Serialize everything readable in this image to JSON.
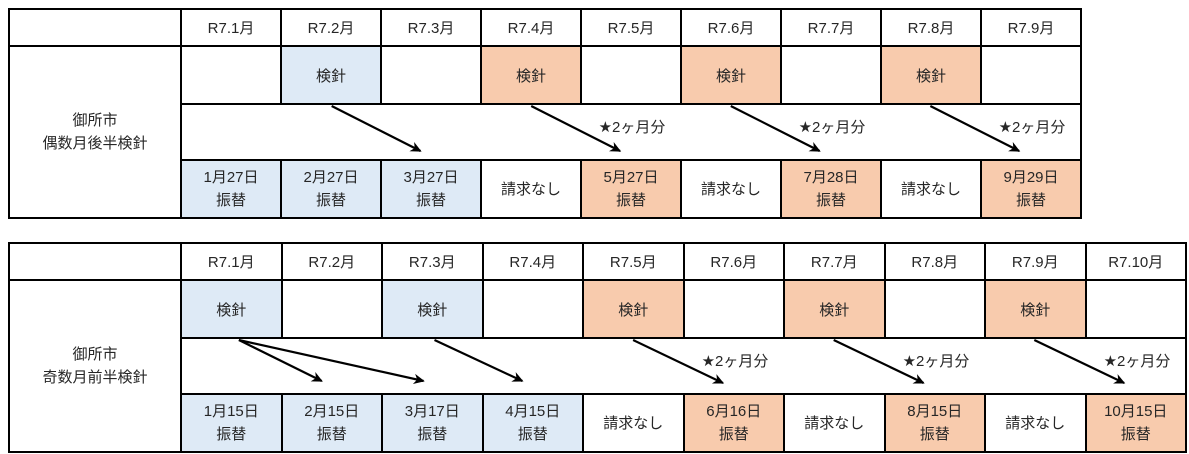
{
  "labels": {
    "two_months": "★2ヶ月分",
    "kenshin": "検針",
    "no_billing": "請求なし",
    "transfer": "振替"
  },
  "colors": {
    "cell_blue": "#DEEAF6",
    "cell_orange": "#F8CBAD",
    "border": "#000000",
    "background": "#FFFFFF",
    "text": "#262626",
    "arrow": "#000000"
  },
  "tables": [
    {
      "name": "御所市 偶数月後半検針",
      "name_lines": [
        "御所市",
        "偶数月後半検針"
      ],
      "months": [
        "R7.1月",
        "R7.2月",
        "R7.3月",
        "R7.4月",
        "R7.5月",
        "R7.6月",
        "R7.7月",
        "R7.8月",
        "R7.9月"
      ],
      "kenshin_row": [
        {
          "text": "",
          "fill": "white"
        },
        {
          "text": "検針",
          "fill": "blue"
        },
        {
          "text": "",
          "fill": "white"
        },
        {
          "text": "検針",
          "fill": "orange"
        },
        {
          "text": "",
          "fill": "white"
        },
        {
          "text": "検針",
          "fill": "orange"
        },
        {
          "text": "",
          "fill": "white"
        },
        {
          "text": "検針",
          "fill": "orange"
        },
        {
          "text": "",
          "fill": "white"
        }
      ],
      "transfer_row": [
        {
          "line1": "1月27日",
          "line2": "振替",
          "fill": "blue"
        },
        {
          "line1": "2月27日",
          "line2": "振替",
          "fill": "blue"
        },
        {
          "line1": "3月27日",
          "line2": "振替",
          "fill": "blue"
        },
        {
          "line1": "請求なし",
          "line2": "",
          "fill": "white"
        },
        {
          "line1": "5月27日",
          "line2": "振替",
          "fill": "orange"
        },
        {
          "line1": "請求なし",
          "line2": "",
          "fill": "white"
        },
        {
          "line1": "7月28日",
          "line2": "振替",
          "fill": "orange"
        },
        {
          "line1": "請求なし",
          "line2": "",
          "fill": "white"
        },
        {
          "line1": "9月29日",
          "line2": "振替",
          "fill": "orange"
        }
      ],
      "arrows": [
        {
          "from": "R7.2月 検針",
          "to": "3月27日 振替",
          "note": ""
        },
        {
          "from": "R7.4月 検針",
          "to": "5月27日 振替",
          "note": "★2ヶ月分"
        },
        {
          "from": "R7.6月 検針",
          "to": "7月28日 振替",
          "note": "★2ヶ月分"
        },
        {
          "from": "R7.8月 検針",
          "to": "9月29日 振替",
          "note": "★2ヶ月分"
        }
      ]
    },
    {
      "name": "御所市 奇数月前半検針",
      "name_lines": [
        "御所市",
        "奇数月前半検針"
      ],
      "months": [
        "R7.1月",
        "R7.2月",
        "R7.3月",
        "R7.4月",
        "R7.5月",
        "R7.6月",
        "R7.7月",
        "R7.8月",
        "R7.9月",
        "R7.10月"
      ],
      "kenshin_row": [
        {
          "text": "検針",
          "fill": "blue"
        },
        {
          "text": "",
          "fill": "white"
        },
        {
          "text": "検針",
          "fill": "blue"
        },
        {
          "text": "",
          "fill": "white"
        },
        {
          "text": "検針",
          "fill": "orange"
        },
        {
          "text": "",
          "fill": "white"
        },
        {
          "text": "検針",
          "fill": "orange"
        },
        {
          "text": "",
          "fill": "white"
        },
        {
          "text": "検針",
          "fill": "orange"
        },
        {
          "text": "",
          "fill": "white"
        }
      ],
      "transfer_row": [
        {
          "line1": "1月15日",
          "line2": "振替",
          "fill": "blue"
        },
        {
          "line1": "2月15日",
          "line2": "振替",
          "fill": "blue"
        },
        {
          "line1": "3月17日",
          "line2": "振替",
          "fill": "blue"
        },
        {
          "line1": "4月15日",
          "line2": "振替",
          "fill": "blue"
        },
        {
          "line1": "請求なし",
          "line2": "",
          "fill": "white"
        },
        {
          "line1": "6月16日",
          "line2": "振替",
          "fill": "orange"
        },
        {
          "line1": "請求なし",
          "line2": "",
          "fill": "white"
        },
        {
          "line1": "8月15日",
          "line2": "振替",
          "fill": "orange"
        },
        {
          "line1": "請求なし",
          "line2": "",
          "fill": "white"
        },
        {
          "line1": "10月15日",
          "line2": "振替",
          "fill": "orange"
        }
      ],
      "arrows": [
        {
          "from": "R7.1月 検針",
          "to": "2月15日 振替",
          "note": ""
        },
        {
          "from": "R7.1月 検針",
          "to": "3月17日 振替",
          "note": ""
        },
        {
          "from": "R7.3月 検針",
          "to": "4月15日 振替",
          "note": ""
        },
        {
          "from": "R7.5月 検針",
          "to": "6月16日 振替",
          "note": "★2ヶ月分"
        },
        {
          "from": "R7.7月 検針",
          "to": "8月15日 振替",
          "note": "★2ヶ月分"
        },
        {
          "from": "R7.9月 検針",
          "to": "10月15日 振替",
          "note": "★2ヶ月分"
        }
      ]
    }
  ]
}
